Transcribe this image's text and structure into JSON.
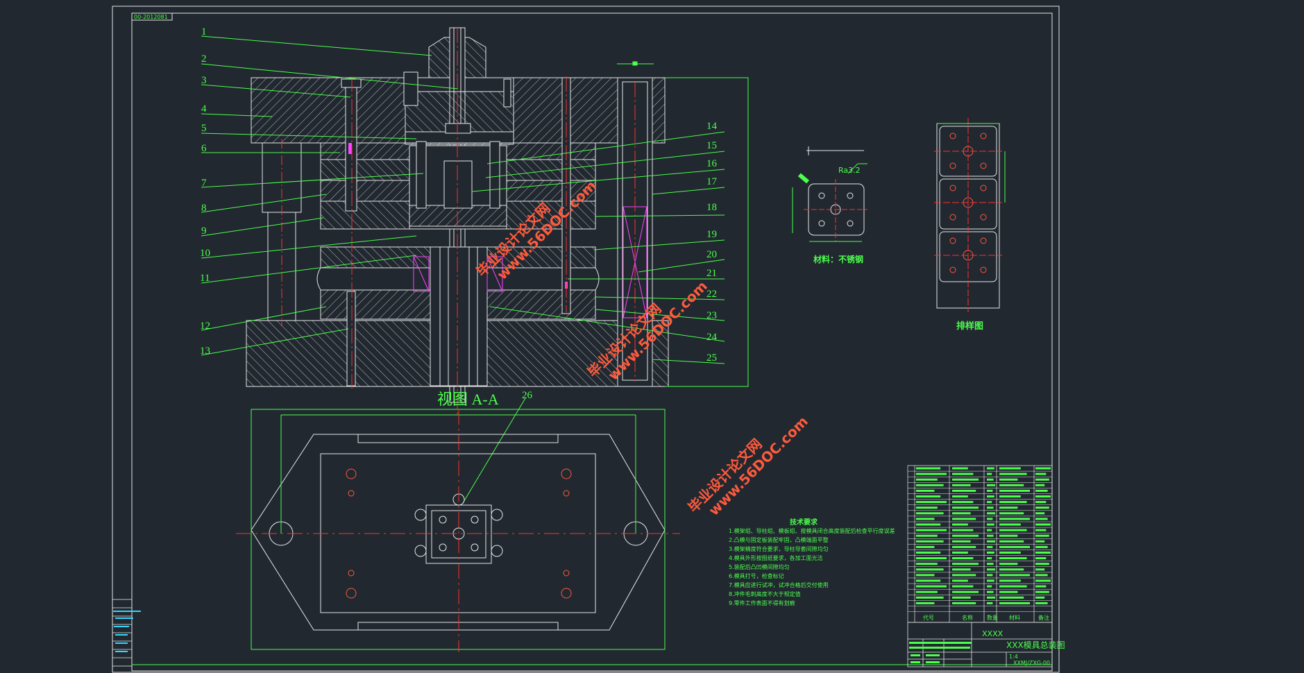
{
  "drawing": {
    "sheet_code": "00-2012081",
    "view_label": "视图 A-A",
    "material_label": "材料：不锈钢",
    "roughness_label": "Ra3.2",
    "layout_label": "排样图",
    "tech_title": "技术要求",
    "tech_lines": [
      "1.模架组、导柱组、模板组、按模具闭合高度装配后检查平行度误差",
      "2.凸模与固定板装配牢固，凸模端面平整",
      "3.模架精度符合要求，导柱导套间隙均匀",
      "4.模具外形按图纸要求，各加工面光洁",
      "5.装配后凸凹模间隙均匀",
      "6.模具打号，检查标记",
      "7.模具应进行试冲，试冲合格后交付使用",
      "8.冲件毛刺高度不大于规定值",
      "9.零件工作表面不得有划痕"
    ],
    "title_block": {
      "company": "XXXX",
      "title": "XXX模具总装图",
      "code": "XXMJ/ZXG-00",
      "scale": "1:4"
    },
    "part_numbers": [
      "1",
      "2",
      "3",
      "4",
      "5",
      "6",
      "7",
      "8",
      "9",
      "10",
      "11",
      "12",
      "13",
      "14",
      "15",
      "16",
      "17",
      "18",
      "19",
      "20",
      "21",
      "22",
      "23",
      "24",
      "25",
      "26"
    ],
    "watermark": {
      "cn": "毕业设计论文网",
      "url": "www.56DOC.com"
    },
    "bom_columns": [
      "代号",
      "名称",
      "数量",
      "材料",
      "备注"
    ]
  }
}
